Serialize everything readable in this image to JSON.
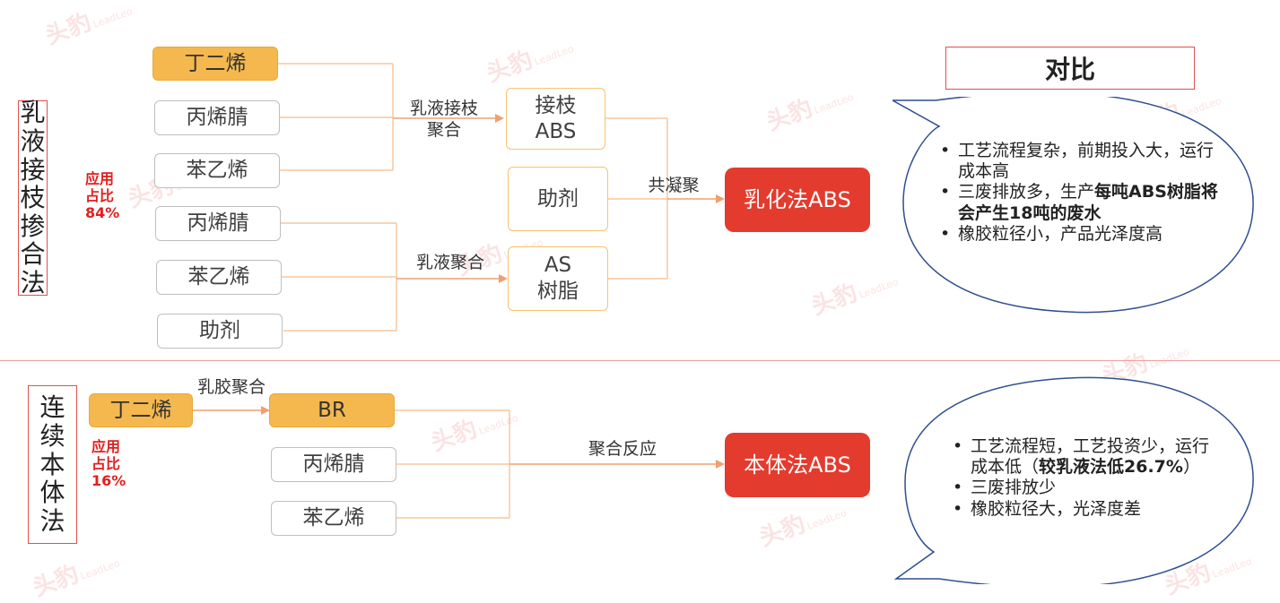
{
  "emulsion": {
    "method_chars": [
      "乳",
      "液",
      "接",
      "枝",
      "掺",
      "合",
      "法"
    ],
    "share": [
      "应用",
      "占比",
      "84%"
    ],
    "inputs_a": [
      "丁二烯",
      "丙烯腈",
      "苯乙烯"
    ],
    "inputs_b": [
      "丙烯腈",
      "苯乙烯",
      "助剂"
    ],
    "process_graft": [
      "乳液接枝",
      "聚合"
    ],
    "process_emulsion": "乳液聚合",
    "graft_abs": [
      "接枝",
      "ABS"
    ],
    "additive": "助剂",
    "as_resin": [
      "AS",
      "树脂"
    ],
    "coagulation": "共凝聚",
    "product": "乳化法ABS"
  },
  "bulk": {
    "method_chars": [
      "连",
      "续",
      "本",
      "体",
      "法"
    ],
    "share": [
      "应用",
      "占比",
      "16%"
    ],
    "input_butadiene": "丁二烯",
    "process_latex": "乳胶聚合",
    "br": "BR",
    "inputs": [
      "丙烯腈",
      "苯乙烯"
    ],
    "process_polymerization": "聚合反应",
    "product": "本体法ABS"
  },
  "compare": {
    "title": "对比",
    "emulsion_points": [
      {
        "pre": "工艺流程复杂，前期投入大，运行成本高",
        "bold": "",
        "post": ""
      },
      {
        "pre": "三废排放多，生产",
        "bold": "每吨ABS树脂将会产生18吨的废水",
        "post": ""
      },
      {
        "pre": "橡胶粒径小，产品光泽度高",
        "bold": "",
        "post": ""
      }
    ],
    "bulk_points": [
      {
        "pre": "工艺流程短，工艺投资少，运行成本低（",
        "bold": "较乳液法低26.7%",
        "post": "）"
      },
      {
        "pre": "三废排放少",
        "bold": "",
        "post": ""
      },
      {
        "pre": "橡胶粒径大，光泽度差",
        "bold": "",
        "post": ""
      }
    ]
  },
  "watermark": {
    "text": "头豹",
    "sub": "LeadLeo"
  },
  "colors": {
    "line": "#f7c7a0",
    "arrow": "#f0a070",
    "accent_red": "#e33b2e",
    "accent_orange": "#f4b84e",
    "callout_border": "#2f4f8f"
  }
}
